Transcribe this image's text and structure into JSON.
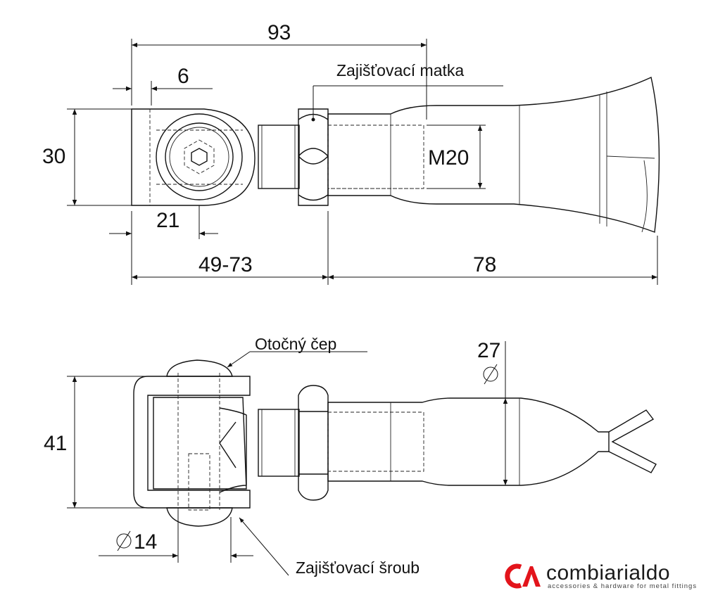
{
  "dimensions": {
    "overall_length_top": "93",
    "eye_offset": "6",
    "height_top": "30",
    "eye_center": "21",
    "adjust_range": "49-73",
    "handle_length": "78",
    "thread": "M20",
    "height_bottom": "41",
    "handle_diameter": "27",
    "pin_diameter": "14"
  },
  "labels": {
    "lock_nut": "Zajišťovací matka",
    "pivot_pin": "Otočný čep",
    "lock_screw": "Zajišťovací šroub"
  },
  "logo": {
    "brand": "combiarialdo",
    "tagline": "accessories & hardware for metal fittings",
    "color": "#e3141b"
  }
}
